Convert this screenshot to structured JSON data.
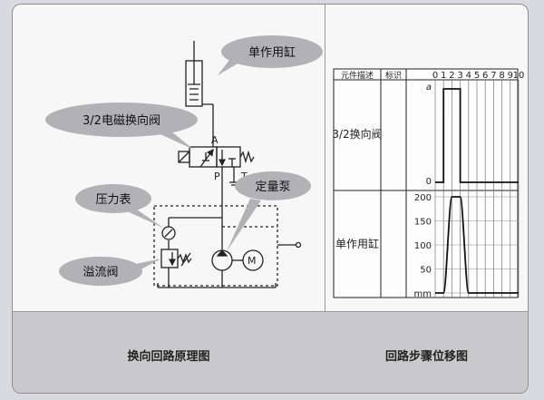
{
  "captions": {
    "left": "换向回路原理图",
    "right": "回路步骤位移图"
  },
  "callouts": {
    "single_cylinder": "单作用缸",
    "solenoid_valve": "3/2电磁换向阀",
    "gauge": "压力表",
    "relief_valve": "溢流阀",
    "pump": "定量泵"
  },
  "ports": {
    "a": "A",
    "p": "P",
    "t": "T",
    "motor": "M"
  },
  "chart": {
    "header_desc": "元件描述",
    "header_mark": "标识",
    "steps": [
      "0",
      "1",
      "2",
      "3",
      "4",
      "5",
      "6",
      "7",
      "8",
      "9",
      "10"
    ],
    "row1_label": "3/2换向阀",
    "row1_top": "a",
    "row1_bottom": "0",
    "row2_label": "单作用缸",
    "row2_ticks": [
      "200",
      "150",
      "100",
      "50",
      "mm"
    ]
  },
  "chart_data": {
    "type": "line",
    "x": [
      "0",
      "1",
      "2",
      "3",
      "4",
      "5",
      "6",
      "7",
      "8",
      "9",
      "10"
    ],
    "series": [
      {
        "name": "3/2换向阀",
        "states": [
          0,
          1,
          1,
          0,
          0,
          0,
          0,
          0,
          0,
          0,
          0
        ]
      },
      {
        "name": "单作用缸",
        "values_mm": [
          0,
          0,
          200,
          200,
          0,
          0,
          0,
          0,
          0,
          0,
          0
        ]
      }
    ],
    "row1_ylim": [
      "0",
      "a"
    ],
    "row2_ylim": [
      0,
      200
    ]
  },
  "colors": {
    "line": "#222222",
    "callout_fill": "#b2b2b6",
    "frame": "#f7f7f8",
    "footer": "#c9c9cc"
  }
}
